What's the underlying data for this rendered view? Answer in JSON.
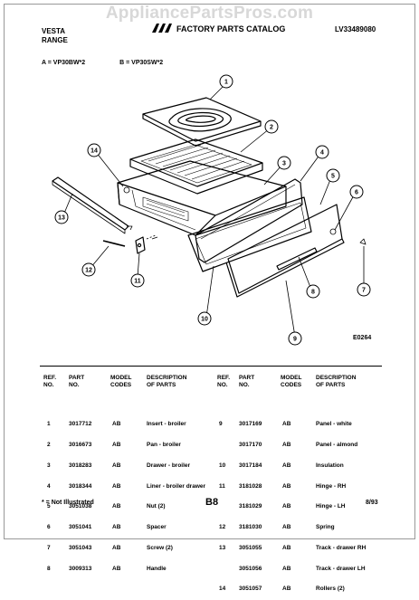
{
  "watermark": "AppliancePartsPros.com",
  "header": {
    "brand_line1": "VESTA",
    "brand_line2": "RANGE",
    "catalog_title": "FACTORY PARTS CATALOG",
    "doc_number": "LV33489080"
  },
  "models": {
    "a": "A = VP30BW*2",
    "b": "B = VP30SW*2"
  },
  "diagram": {
    "code": "E0264",
    "callouts": [
      "1",
      "2",
      "3",
      "4",
      "5",
      "6",
      "7",
      "8",
      "9",
      "10",
      "11",
      "12",
      "13",
      "14"
    ]
  },
  "table_headers": {
    "ref": "REF.",
    "ref2": "NO.",
    "part": "PART",
    "part2": "NO.",
    "model": "MODEL",
    "model2": "CODES",
    "desc": "DESCRIPTION",
    "desc2": "OF PARTS"
  },
  "parts_left": [
    {
      "ref": "1",
      "part": "3017712",
      "model": "AB",
      "desc": "Insert - broiler"
    },
    {
      "ref": "2",
      "part": "3016673",
      "model": "AB",
      "desc": "Pan - broiler"
    },
    {
      "ref": "3",
      "part": "3018283",
      "model": "AB",
      "desc": "Drawer - broiler"
    },
    {
      "ref": "4",
      "part": "3018344",
      "model": "AB",
      "desc": "Liner - broiler drawer"
    },
    {
      "ref": "5",
      "part": "3051038",
      "model": "AB",
      "desc": "Nut (2)"
    },
    {
      "ref": "6",
      "part": "3051041",
      "model": "AB",
      "desc": "Spacer"
    },
    {
      "ref": "7",
      "part": "3051043",
      "model": "AB",
      "desc": "Screw (2)"
    },
    {
      "ref": "8",
      "part": "3009313",
      "model": "AB",
      "desc": "Handle"
    }
  ],
  "parts_right": [
    {
      "ref": "9",
      "part": "3017169",
      "model": "AB",
      "desc": "Panel - white"
    },
    {
      "ref": "",
      "part": "3017170",
      "model": "AB",
      "desc": "Panel - almond"
    },
    {
      "ref": "10",
      "part": "3017184",
      "model": "AB",
      "desc": "Insulation"
    },
    {
      "ref": "11",
      "part": "3181028",
      "model": "AB",
      "desc": "Hinge - RH"
    },
    {
      "ref": "",
      "part": "3181029",
      "model": "AB",
      "desc": "Hinge - LH"
    },
    {
      "ref": "12",
      "part": "3181030",
      "model": "AB",
      "desc": "Spring"
    },
    {
      "ref": "13",
      "part": "3051055",
      "model": "AB",
      "desc": "Track - drawer RH"
    },
    {
      "ref": "",
      "part": "3051056",
      "model": "AB",
      "desc": "Track - drawer LH"
    },
    {
      "ref": "14",
      "part": "3051057",
      "model": "AB",
      "desc": "Rollers (2)"
    }
  ],
  "footer": {
    "note": "* = Not Illustrated",
    "page": "B8",
    "date": "8/93"
  }
}
